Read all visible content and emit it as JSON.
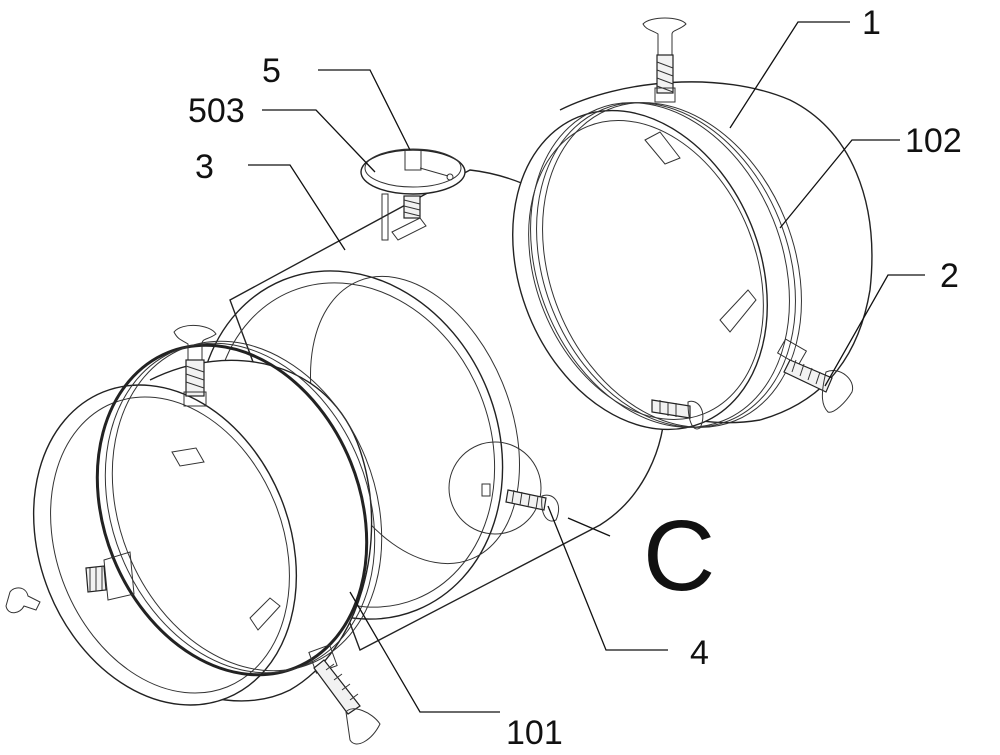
{
  "labels": {
    "l1": "1",
    "l102": "102",
    "l2": "2",
    "l5": "5",
    "l503": "503",
    "l3": "3",
    "l4": "4",
    "l101": "101",
    "detail": "C"
  },
  "colors": {
    "line": "#222222",
    "background": "#ffffff"
  },
  "icons": {
    "bolt": "t-handle-screw-icon",
    "lug": "mounting-bracket-icon"
  }
}
